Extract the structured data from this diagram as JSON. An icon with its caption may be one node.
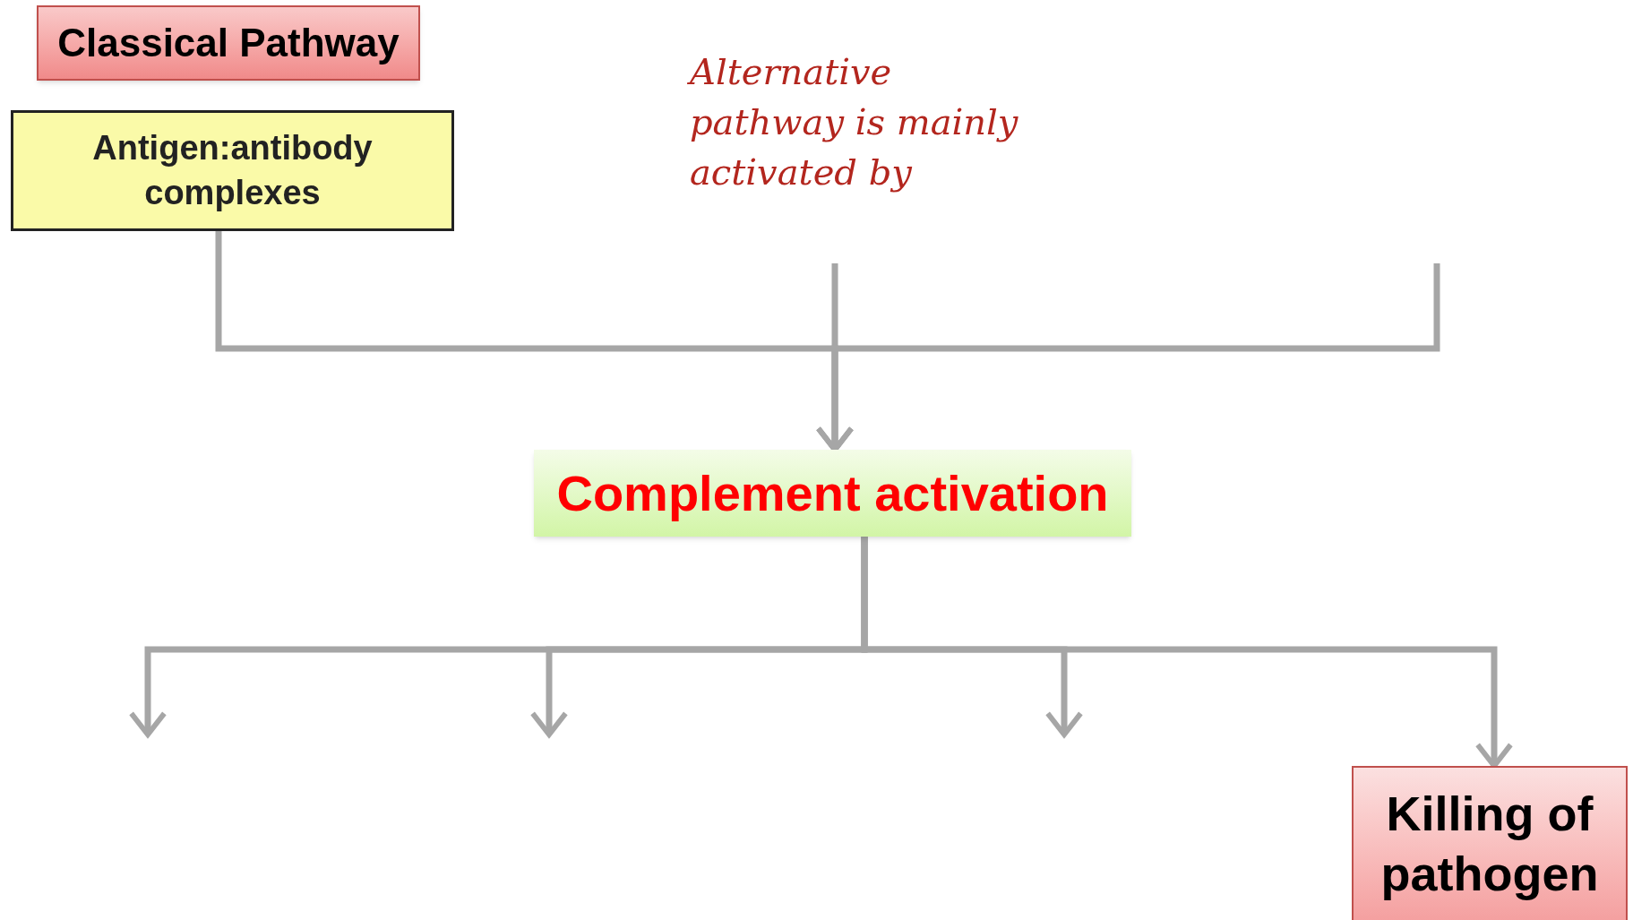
{
  "diagram": {
    "nodes": [
      {
        "text": [
          "Classical Pathway"
        ]
      },
      {
        "text": [
          "Antigen:antibody complexes"
        ]
      },
      {
        "text": [
          "Complement activation"
        ]
      },
      {
        "text": [
          "Killing of pathogen"
        ]
      }
    ],
    "edges": [
      {
        "from": 1,
        "to": 2,
        "arrow": "to"
      },
      {
        "from": null,
        "to": 2,
        "arrow": "to"
      },
      {
        "from": null,
        "to": 2,
        "arrow": "to"
      },
      {
        "from": 2,
        "to": null,
        "arrow": "to"
      },
      {
        "from": 2,
        "to": null,
        "arrow": "to"
      },
      {
        "from": 2,
        "to": null,
        "arrow": "to"
      },
      {
        "from": 2,
        "to": 3,
        "arrow": "to"
      }
    ],
    "labels": [
      "Alternative pathway is mainly activated by"
    ]
  }
}
